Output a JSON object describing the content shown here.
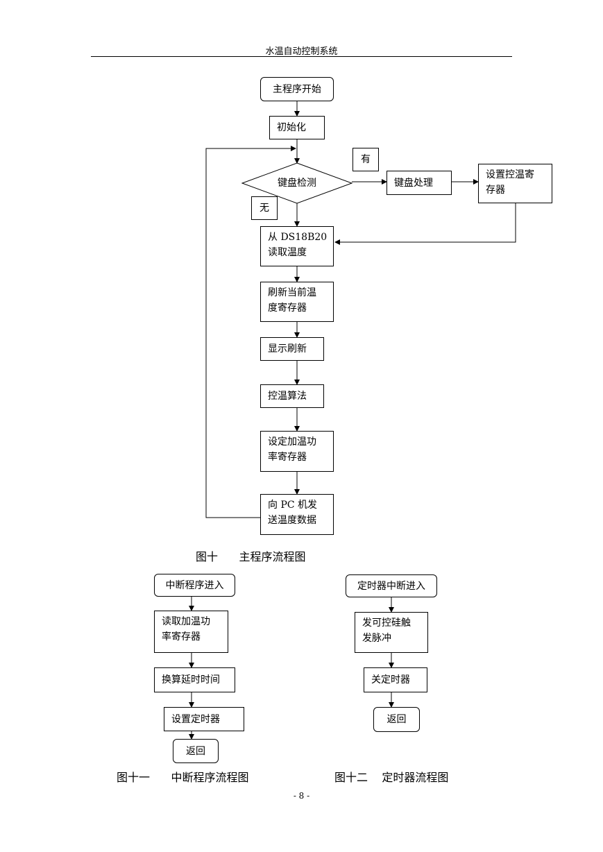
{
  "header": {
    "title": "水温自动控制系统"
  },
  "main_flow": {
    "start": "主程序开始",
    "init": "初始化",
    "decision": "键盘检测",
    "yes_label": "有",
    "no_label": "无",
    "key_process": "键盘处理",
    "set_temp_reg": {
      "line1": "设置控温寄",
      "line2": "存器"
    },
    "read_temp": {
      "line1": "从 DS18B20",
      "line2": "读取温度"
    },
    "refresh_reg": {
      "line1": "刷新当前温",
      "line2": "度寄存器"
    },
    "display_refresh": "显示刷新",
    "control_algo": "控温算法",
    "set_power": {
      "line1": "设定加温功",
      "line2": "率寄存器"
    },
    "send_pc": {
      "line1": "向 PC 机发",
      "line2": "送温度数据"
    },
    "caption": "图十      主程序流程图"
  },
  "interrupt_flow": {
    "start": "中断程序进入",
    "read_power": {
      "line1": "读取加温功",
      "line2": "率寄存器"
    },
    "convert_delay": "换算延时时间",
    "set_timer": "设置定时器",
    "return": "返回",
    "caption": "图十一      中断程序流程图"
  },
  "timer_flow": {
    "start": "定时器中断进入",
    "trigger": {
      "line1": "发可控硅触",
      "line2": "发脉冲"
    },
    "close_timer": "关定时器",
    "return": "返回",
    "caption": "图十二    定时器流程图"
  },
  "footer": {
    "page_number": "- 8 -"
  }
}
